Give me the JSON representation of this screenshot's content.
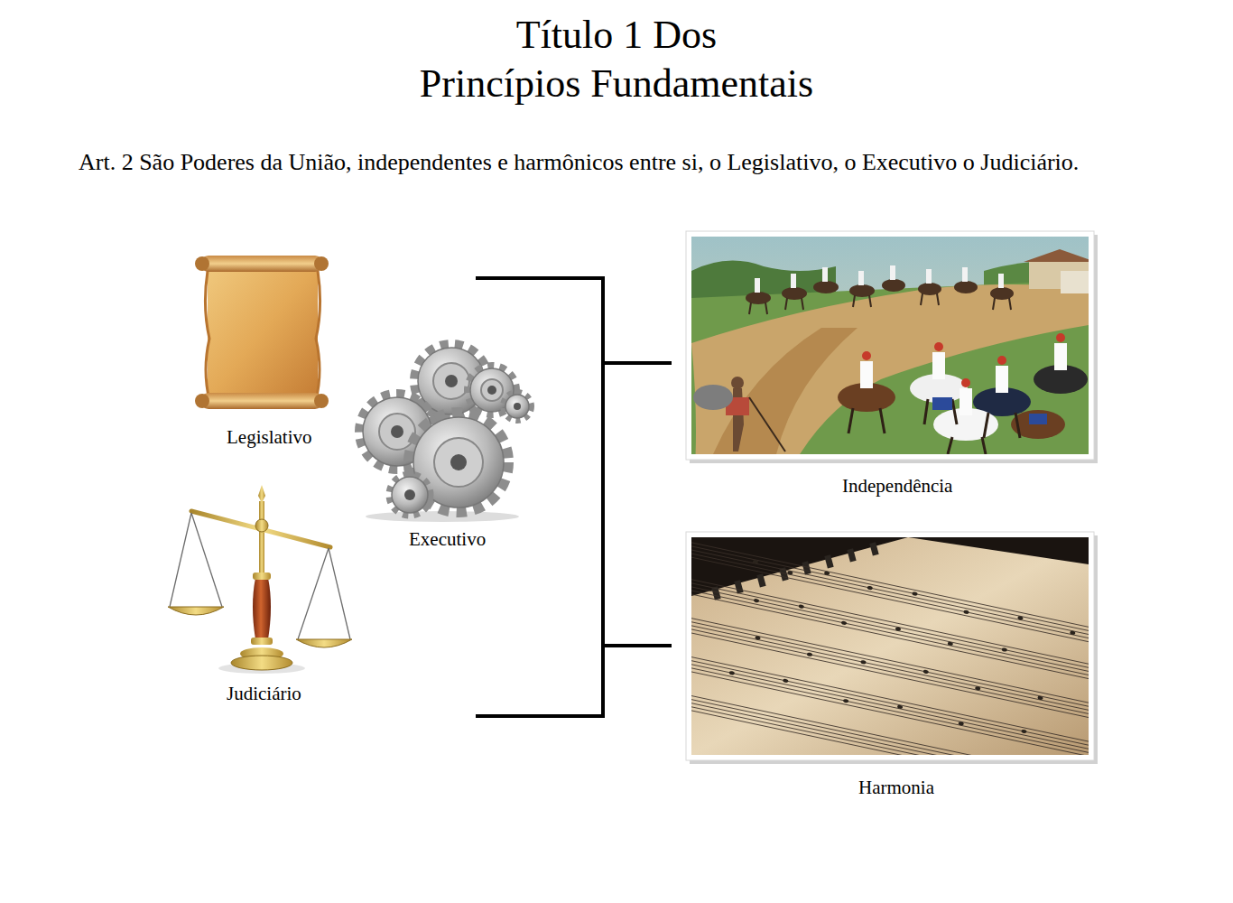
{
  "diagram": {
    "title": "Título 1 Dos Princípios Fundamentais",
    "nodes": [
      {
        "text": [
          "Legislativo"
        ]
      },
      {
        "text": [
          "Executivo"
        ]
      },
      {
        "text": [
          "Judiciário"
        ]
      },
      {
        "text": [
          "Independência"
        ]
      },
      {
        "text": [
          "Harmonia"
        ]
      }
    ],
    "labels": [
      "Art. 2 São Poderes da União, independentes e harmônicos entre si, o Legislativo, o Executivo o Judiciário."
    ]
  }
}
